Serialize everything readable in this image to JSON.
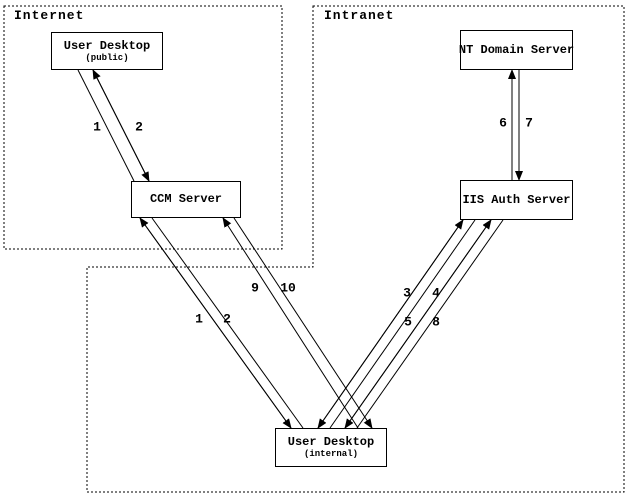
{
  "regions": {
    "internet": {
      "label": "Internet"
    },
    "intranet": {
      "label": "Intranet"
    }
  },
  "nodes": {
    "user_desktop_public": {
      "title": "User Desktop",
      "subtitle": "(public)"
    },
    "ccm_server": {
      "title": "CCM Server"
    },
    "nt_domain_server": {
      "title": "NT Domain Server"
    },
    "iis_auth_server": {
      "title": "IIS Auth Server"
    },
    "user_desktop_internal": {
      "title": "User Desktop",
      "subtitle": "(internal)"
    }
  },
  "labels": {
    "s1": "1",
    "s2": "2",
    "s3": "3",
    "s4": "4",
    "s5": "5",
    "s6": "6",
    "s7": "7",
    "s8": "8",
    "s9": "9",
    "s10": "10"
  },
  "colors": {
    "line": "#000000",
    "background": "#ffffff",
    "text": "#000000"
  }
}
